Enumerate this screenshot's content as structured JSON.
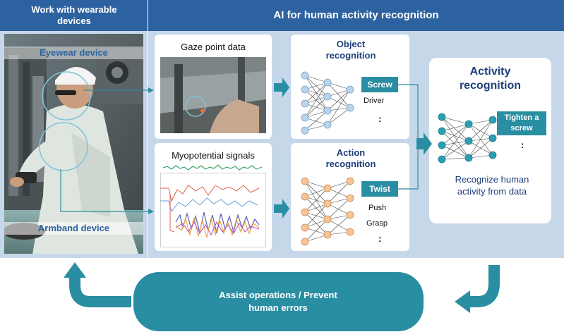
{
  "left_panel": {
    "title": "Work with wearable devices",
    "eyewear_label": "Eyewear device",
    "armband_label": "Armband device"
  },
  "ai_panel": {
    "title": "AI for human activity recognition"
  },
  "gaze": {
    "title": "Gaze point data"
  },
  "myo": {
    "title": "Myopotential signals"
  },
  "object_recognition": {
    "title": "Object recognition",
    "highlight": "Screw",
    "items": [
      "Driver",
      ":"
    ]
  },
  "action_recognition": {
    "title": "Action recognition",
    "highlight": "Twist",
    "items": [
      "Push",
      "Grasp",
      ":"
    ]
  },
  "activity_recognition": {
    "title": "Activity recognition",
    "highlight": "Tighten a screw",
    "ellipsis": ":",
    "description": "Recognize human activity from data"
  },
  "bottom": {
    "assist": "Assist operations / Prevent human errors"
  },
  "colors": {
    "header_blue": "#2d62a0",
    "panel_bg": "#c6d7ea",
    "teal": "#2a8ea3",
    "node_blue": "#b9d4ee",
    "node_orange": "#f7c494",
    "node_teal": "#2a9fb3"
  }
}
